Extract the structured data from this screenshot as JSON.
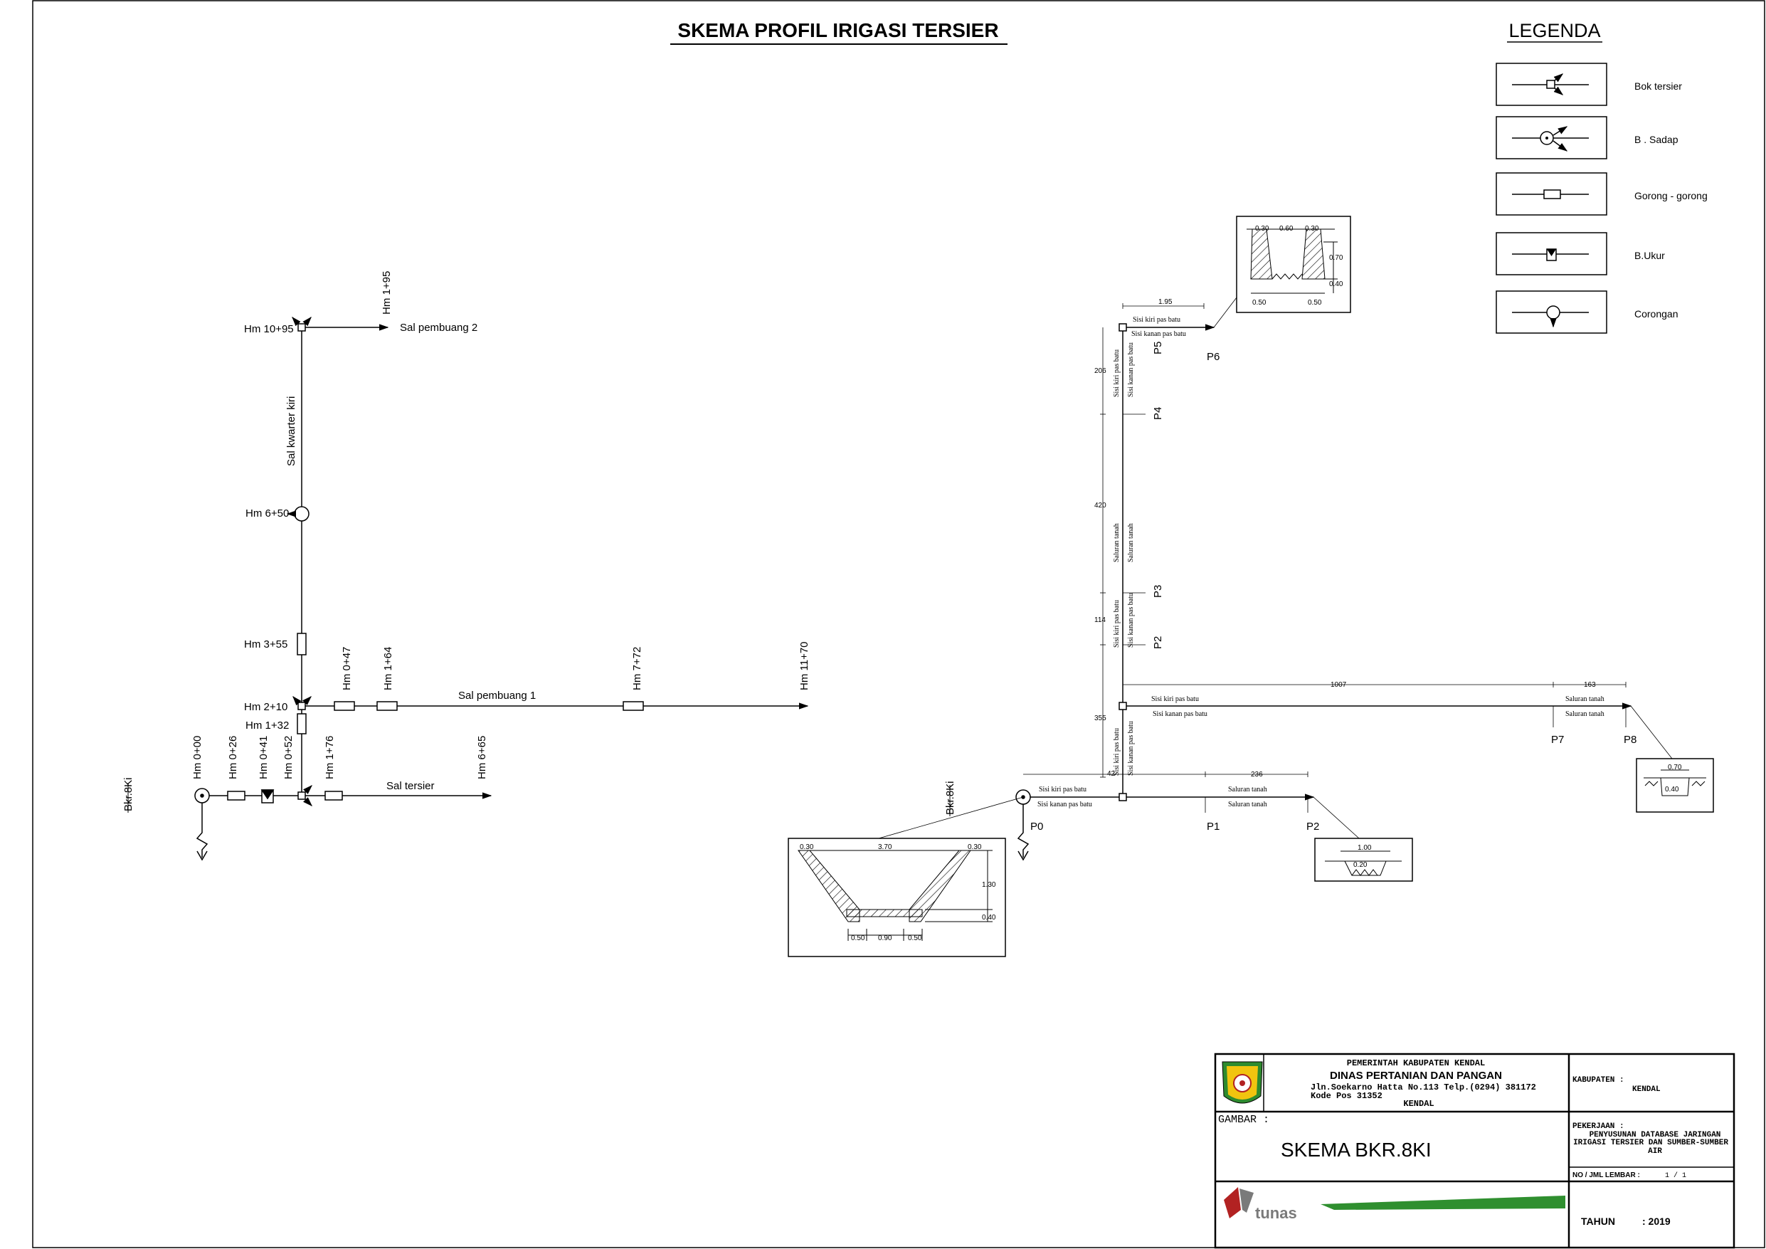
{
  "title": "SKEMA PROFIL IRIGASI TERSIER",
  "legend": {
    "heading": "LEGENDA",
    "items": [
      {
        "label": "Bok tersier",
        "icon": "bok-tersier-icon"
      },
      {
        "label": "B . Sadap",
        "icon": "bangunan-sadap-icon"
      },
      {
        "label": "Gorong - gorong",
        "icon": "gorong-gorong-icon"
      },
      {
        "label": "B.Ukur",
        "icon": "bangunan-ukur-icon"
      },
      {
        "label": "Corongan",
        "icon": "corongan-icon"
      }
    ]
  },
  "left_schematic": {
    "source": "Bkr.8Ki",
    "stations": {
      "hm_000": "Hm 0+00",
      "hm_026": "Hm 0+26",
      "hm_041": "Hm 0+41",
      "hm_052": "Hm 0+52",
      "hm_176": "Hm 1+76",
      "hm_665": "Hm 6+65",
      "hm_132": "Hm 1+32",
      "hm_210": "Hm 2+10",
      "hm_355": "Hm 3+55",
      "hm_650": "Hm 6+50",
      "hm_1095": "Hm 10+95",
      "hm_195": "Hm 1+95",
      "hm_047": "Hm 0+47",
      "hm_164": "Hm 1+64",
      "hm_772": "Hm 7+72",
      "hm_1170": "Hm 11+70"
    },
    "channels": {
      "tersier": "Sal tersier",
      "pembuang1": "Sal pembuang 1",
      "pembuang2": "Sal pembuang 2",
      "kwarter": "Sal kwarter kiri"
    }
  },
  "right_schematic": {
    "source": "Bkr.8Ki",
    "points": {
      "p0": "P0",
      "p1": "P1",
      "p2": "P2",
      "p3": "P3",
      "p4": "P4",
      "p5": "P5",
      "p6": "P6",
      "p7": "P7",
      "p8": "P8"
    },
    "distances": {
      "d195": "1.95",
      "d206": "206",
      "d420": "420",
      "d114": "114",
      "d355": "355",
      "d42": "42",
      "d236": "236",
      "d1007": "1007",
      "d163": "163"
    },
    "bank_labels": {
      "kiri_batu": "Sisi kiri pas batu",
      "kanan_batu": "Sisi kanan pas batu",
      "kiri_tanah": "Saluran tanah",
      "kanan_tanah": "Saluran tanah"
    },
    "sections": {
      "main": {
        "top_l": "0.30",
        "top": "3.70",
        "top_r": "0.30",
        "h1": "1.30",
        "h2": "0.40",
        "b_l": "0.50",
        "b": "0.90",
        "b_r": "0.50"
      },
      "top": {
        "t1": "0.30",
        "t2": "0.60",
        "t3": "0.30",
        "h1": "0.70",
        "h2": "0.40",
        "b1": "0.50",
        "b2": "0.50"
      },
      "p2": {
        "w": "1.00",
        "b": "0.20"
      },
      "p8": {
        "w": "0.70",
        "h": "0.40"
      }
    }
  },
  "title_block": {
    "gov": "PEMERINTAH KABUPATEN KENDAL",
    "dept": "DINAS PERTANIAN DAN PANGAN",
    "addr1": "Jln.Soekarno Hatta No.113 Telp.(0294) 381172",
    "addr2": "Kode Pos 31352",
    "city": "KENDAL",
    "kabupaten_label": "KABUPATEN :",
    "kabupaten_value": "KENDAL",
    "gambar_label": "GAMBAR :",
    "gambar_value": "SKEMA BKR.8KI",
    "pekerjaan_label": "PEKERJAAN :",
    "pekerjaan_l1": "PENYUSUNAN DATABASE JARINGAN",
    "pekerjaan_l2": "IRIGASI TERSIER DAN SUMBER-SUMBER",
    "pekerjaan_l3": "AIR",
    "lembar_label": "NO / JML LEMBAR :",
    "lembar_value": "1 / 1",
    "tahun_label": "TAHUN",
    "tahun_value": ": 2019",
    "company": "tunas"
  }
}
